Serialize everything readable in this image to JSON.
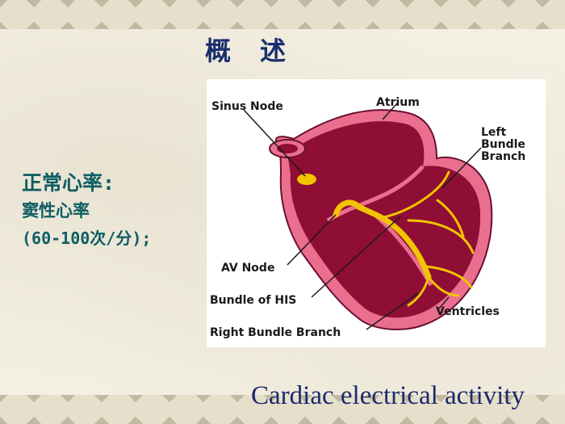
{
  "slide": {
    "title": "概　述",
    "left_text": {
      "line1": "正常心率:",
      "line2": "窦性心率",
      "line3": "(60-100次/分);"
    },
    "caption": "Cardiac electrical activity"
  },
  "diagram": {
    "labels": {
      "sinus_node": "Sinus Node",
      "atrium": "Atrium",
      "left_bundle_1": "Left",
      "left_bundle_2": "Bundle",
      "left_bundle_3": "Branch",
      "av_node": "AV Node",
      "bundle_of_his": "Bundle of HIS",
      "right_bundle_branch": "Right Bundle Branch",
      "ventricles": "Ventricles"
    },
    "colors": {
      "heart_outer": "#ea6f8f",
      "heart_inner": "#8e0e35",
      "conduction": "#f2c400",
      "text": "#1a2e6e",
      "teal_text": "#0e5d63"
    }
  }
}
